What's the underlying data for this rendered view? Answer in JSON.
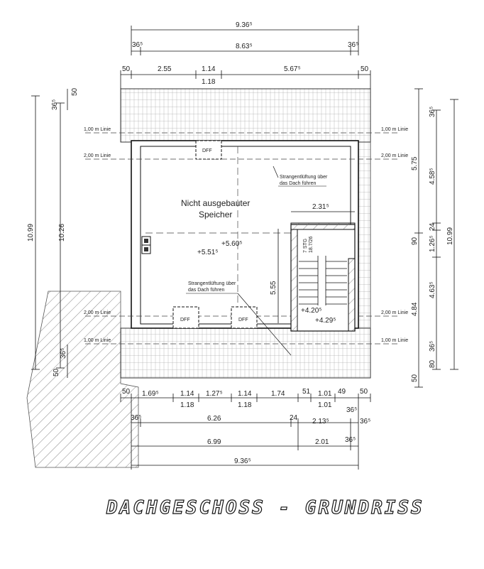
{
  "title": "DACHGESCHOSS - GRUNDRISS",
  "dims_top": {
    "overall": "9.36⁵",
    "wall_left": "36⁵",
    "inner": "8.63⁵",
    "wall_right": "36⁵",
    "eave_left": "50",
    "seg1": "2.55",
    "seg2_top": "1.14",
    "seg2_bottom": "1.18",
    "seg3": "5.67⁵",
    "eave_right": "50"
  },
  "dims_bottom": {
    "r1": [
      "50",
      "1.69⁵",
      "1.14",
      "1.27⁵",
      "1.14",
      "1.74",
      "51",
      "1.01",
      "49",
      "50"
    ],
    "r1_sub": [
      "1.18",
      "1.18",
      "1.01",
      "36⁵"
    ],
    "r2": [
      "36⁵",
      "6.26",
      "24",
      "2.13⁵",
      "36⁵"
    ],
    "r3": [
      "6.99",
      "2.01",
      "36⁵"
    ],
    "overall": "9.36⁵"
  },
  "dims_left": {
    "overall": "10.99",
    "inner": "10.26",
    "top_wall": "36⁵",
    "top_eave": "50",
    "bottom_wall": "36⁵",
    "bottom_eave": "50"
  },
  "dims_right": {
    "top_wall": "36⁵",
    "seg_a": "5.75",
    "seg_b": "4.58⁵",
    "seg_c": "24",
    "seg_d": "1.26⁵",
    "seg_e": "90",
    "seg_f": "4.63⁵",
    "seg_g": "4.84",
    "bottom_wall": "36⁵",
    "bottom_a": "80",
    "bottom_eave": "50",
    "overall": "10.99"
  },
  "line_labels": {
    "line1": "1,00 m Linie",
    "line2": "2,00 m Linie"
  },
  "room": {
    "name_line1": "Nicht ausgebauter",
    "name_line2": "Speicher",
    "level_a": "+5.60⁵",
    "level_b": "+5.51⁵",
    "level_c": "+4.20⁵",
    "level_d": "+4.29⁵"
  },
  "annotations": {
    "vent1_line1": "Strangentlüftung über",
    "vent1_line2": "das Dach führen",
    "vent2_line1": "Strangentlüftung über",
    "vent2_line2": "das Dach führen",
    "dff": "DFF",
    "stair_width": "2.31⁵",
    "stair_height": "5.55",
    "stair_label": "7 STG",
    "stair_ratio": "18.7/26"
  }
}
